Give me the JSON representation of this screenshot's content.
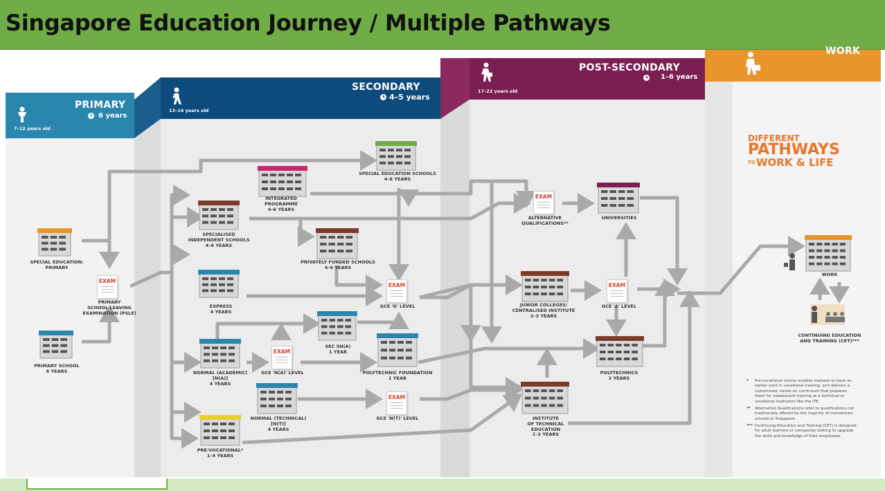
{
  "title": "Singapore Education Journey / Multiple Pathways",
  "stages": {
    "primary": {
      "name": "PRIMARY",
      "years": "6 years",
      "age": "7–12 years old"
    },
    "secondary": {
      "name": "SECONDARY",
      "years": "4–5 years",
      "age": "13–16 years old"
    },
    "post_secondary": {
      "name": "POST-SECONDARY",
      "years": "1–6 years",
      "age": "17–22 years old"
    },
    "work": {
      "name": "WORK"
    }
  },
  "side_title": {
    "line1": "DIFFERENT",
    "line2": "PATHWAYS",
    "line3_prefix": "TO",
    "line3": "WORK & LIFE"
  },
  "exam_label": "EXAM",
  "nodes": {
    "special_ed_primary": "SPECIAL EDUCATION:\nPRIMARY",
    "psle": "PRIMARY\nSCHOOL LEAVING\nEXAMINATION (PSLE)",
    "primary_school": "PRIMARY SCHOOL\n6 YEARS",
    "special_ed_schools": "SPECIAL EDUCATION SCHOOLS\n4–6 YEARS",
    "integrated": "INTEGRATED\nPROGRAMME\n4–6 YEARS",
    "specialised": "SPECIALISED\nINDEPENDENT SCHOOLS\n4–6 YEARS",
    "privately_funded": "PRIVATELY FUNDED SCHOOLS\n4–6 YEARS",
    "express": "EXPRESS\n4 YEARS",
    "gce_o": "GCE 'O' LEVEL",
    "sec5na": "SEC 5N(A)\n1 YEAR",
    "normal_academic": "NORMAL (ACADEMIC)\n[N(A)]\n4 YEARS",
    "gce_na": "GCE 'N(A)' LEVEL",
    "poly_foundation": "POLYTECHNIC FOUNDATION\n1 YEAR",
    "normal_technical": "NORMAL (TECHNICAL)\n[N(T)]\n4 YEARS",
    "gce_nt": "GCE 'N(T)' LEVEL",
    "pre_vocational": "PRE-VOCATIONAL*\n1–4 YEARS",
    "alt_qual": "ALTERNATIVE\nQUALIFICATIONS**",
    "universities": "UNIVERSITIES",
    "jc": "JUNIOR COLLEGES/\nCENTRALISED INSTITUTE\n2–3 YEARS",
    "gce_a": "GCE 'A' LEVEL",
    "polytechnics": "POLYTECHNICS\n3 YEARS",
    "ite": "INSTITUTE\nOF TECHNICAL\nEDUCATION\n1–2 YEARS",
    "work": "WORK",
    "cet": "CONTINUING EDUCATION\nAND TRAINING (CET)***"
  },
  "notes": [
    {
      "mark": "*",
      "text": "Pre-vocational course enables trainees to have an earlier start in vocational training, and delivers a customised, hands-on curriculum that prepares them for subsequent training at a technical or vocational institution like the ITE."
    },
    {
      "mark": "**",
      "text": "Alternative Qualifications refer to qualifications not traditionally offered by the majority of mainstream schools in Singapore."
    },
    {
      "mark": "***",
      "text": "Continuing Education and Training (CET) is designed for adult learners or companies looking to upgrade the skills and knowledge of their employees."
    }
  ],
  "colors": {
    "title_bar": "#70ad47",
    "primary": "#2b86ad",
    "secondary": "#0e4a7b",
    "post_secondary": "#7b1f52",
    "work": "#e8962b",
    "arrow": "#a9a9a9",
    "accent_orange": "#e8762b",
    "exam_red": "#d3412b"
  },
  "icons": [
    "child-icon",
    "walking-student-icon",
    "student-with-bag-icon",
    "worker-with-briefcase-icon",
    "clock-icon"
  ]
}
